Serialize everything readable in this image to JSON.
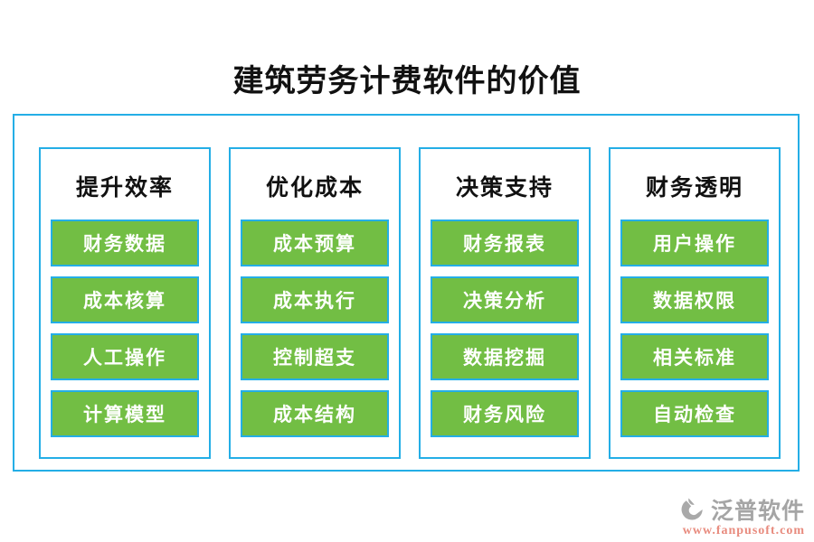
{
  "page": {
    "title": "建筑劳务计费软件的价值"
  },
  "colors": {
    "accent_cyan": "#24aee6",
    "button_green": "#72be44",
    "heading_text": "#111111",
    "button_text": "#ffffff",
    "brand_gray": "#a5a5a5",
    "website_red": "#e88b7e"
  },
  "columns": [
    {
      "header": "提升效率",
      "items": [
        "财务数据",
        "成本核算",
        "人工操作",
        "计算模型"
      ]
    },
    {
      "header": "优化成本",
      "items": [
        "成本预算",
        "成本执行",
        "控制超支",
        "成本结构"
      ]
    },
    {
      "header": "决策支持",
      "items": [
        "财务报表",
        "决策分析",
        "数据挖掘",
        "财务风险"
      ]
    },
    {
      "header": "财务透明",
      "items": [
        "用户操作",
        "数据权限",
        "相关标准",
        "自动检查"
      ]
    }
  ],
  "footer": {
    "brand": "泛普软件",
    "website": "www.fanpusoft.com",
    "logo_icon": "fanpu-swoosh-icon"
  }
}
